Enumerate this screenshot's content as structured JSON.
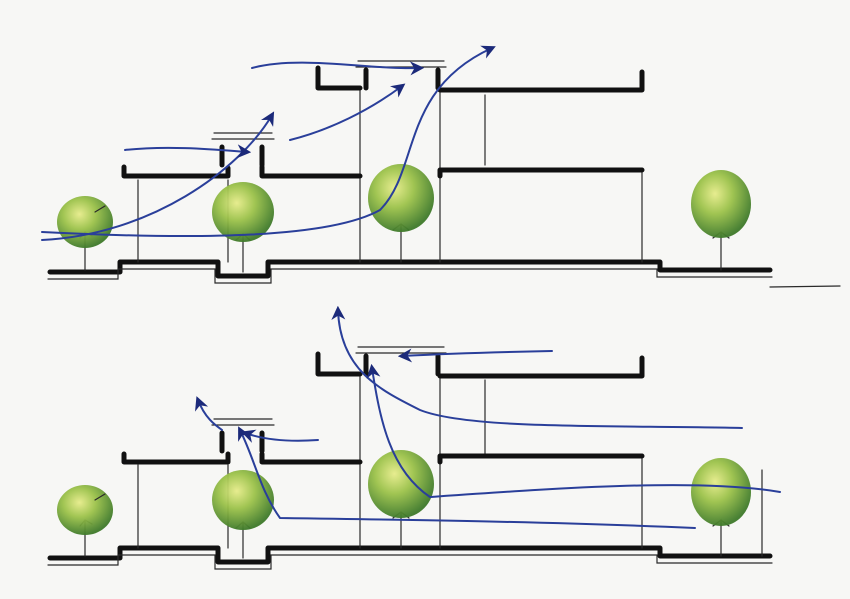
{
  "diagram": {
    "kind": "architectural-section-sketch",
    "panels": [
      {
        "id": "top",
        "airflow": "stack-ventilation-upward"
      },
      {
        "id": "bottom",
        "airflow": "cross-ventilation"
      }
    ]
  },
  "colors": {
    "ink": "#111111",
    "airflow": "#2a3f9a",
    "arrowhead": "#1c2a7a",
    "foliage_light": "#c9d95a",
    "foliage_mid": "#7fae3c",
    "foliage_dark": "#3f7a2a",
    "paper": "#f7f7f5"
  },
  "icons": {
    "tree": "tree-icon",
    "arrow": "arrowhead-icon"
  }
}
